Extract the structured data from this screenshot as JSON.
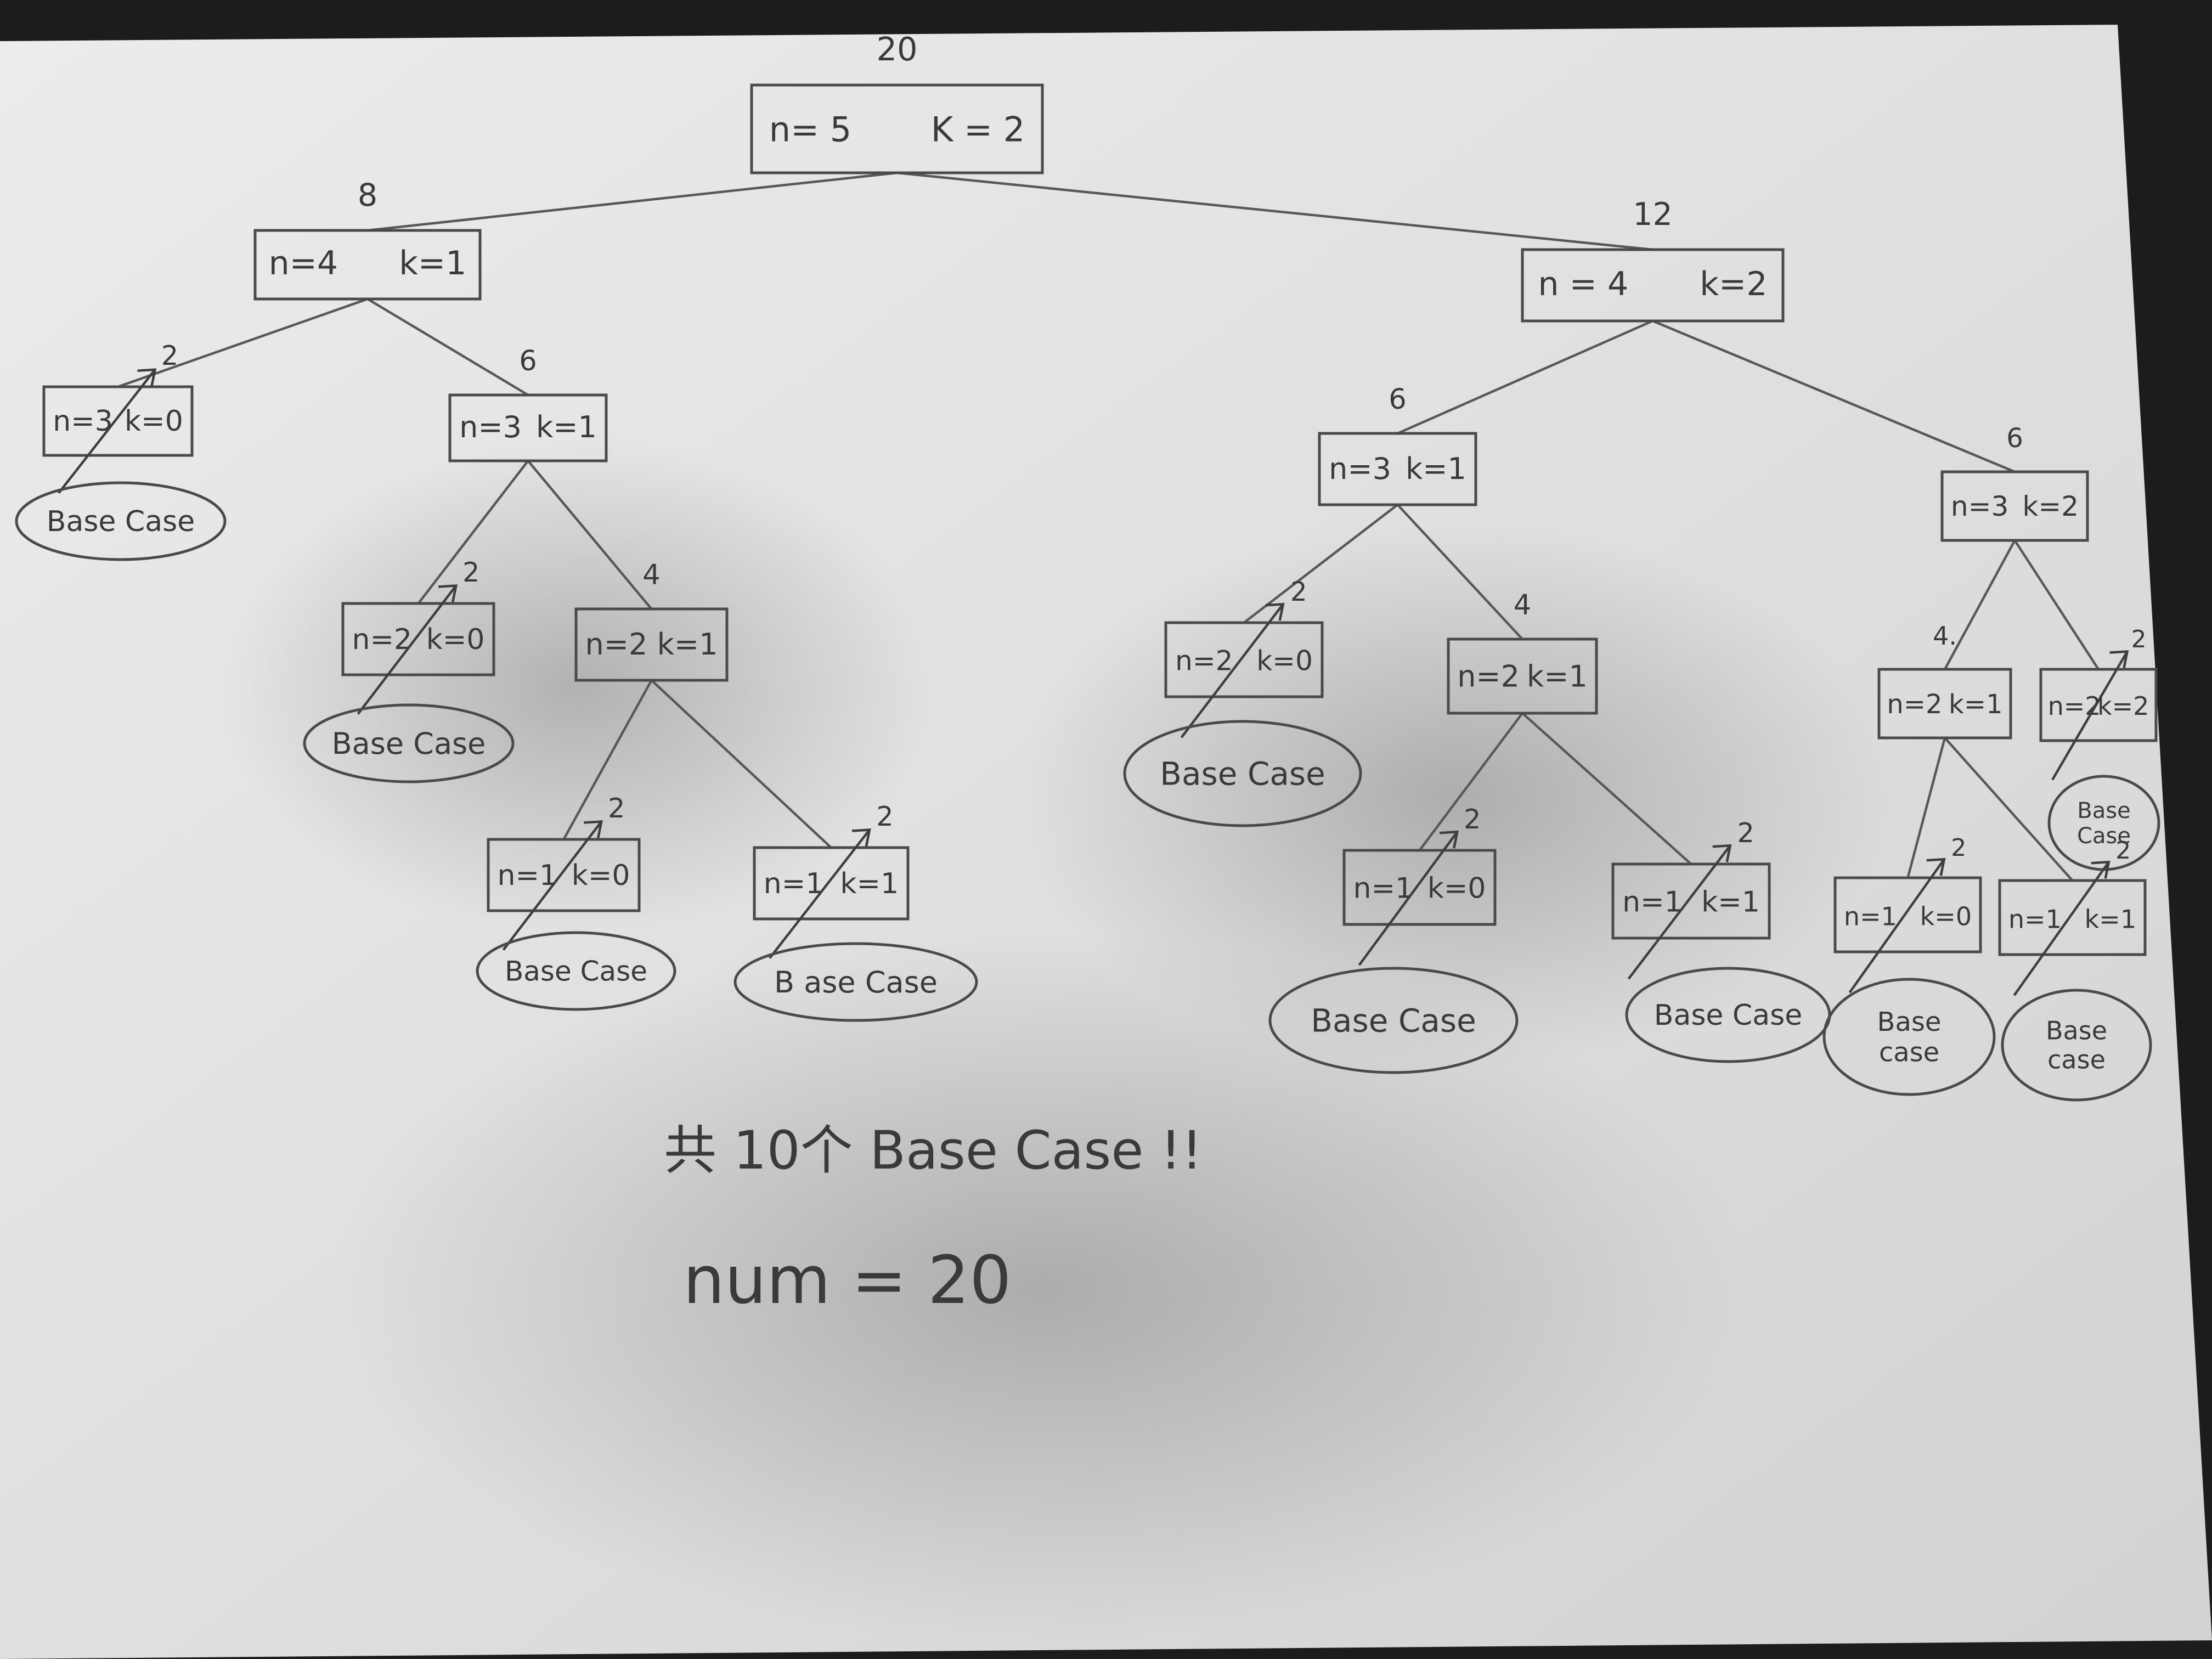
{
  "tree": {
    "nodes": [
      {
        "id": "root",
        "n_label": "n= 5",
        "k_label": "K = 2",
        "count": "20",
        "base_case": false
      },
      {
        "id": "L",
        "n_label": "n=4",
        "k_label": "k=1",
        "count": "8",
        "base_case": false
      },
      {
        "id": "R",
        "n_label": "n = 4",
        "k_label": "k=2",
        "count": "12",
        "base_case": false
      },
      {
        "id": "LL",
        "n_label": "n=3",
        "k_label": "k=0",
        "count": "2",
        "base_case": true,
        "circle_lines": [
          "Base Case"
        ]
      },
      {
        "id": "LR",
        "n_label": "n=3",
        "k_label": "k=1",
        "count": "6",
        "base_case": false
      },
      {
        "id": "LRL",
        "n_label": "n=2",
        "k_label": "k=0",
        "count": "2",
        "base_case": true,
        "circle_lines": [
          "Base Case"
        ]
      },
      {
        "id": "LRR",
        "n_label": "n=2",
        "k_label": "k=1",
        "count": "4",
        "base_case": false
      },
      {
        "id": "LRRL",
        "n_label": "n=1",
        "k_label": "k=0",
        "count": "2",
        "base_case": true,
        "circle_lines": [
          "Base Case"
        ]
      },
      {
        "id": "LRRR",
        "n_label": "n=1",
        "k_label": "k=1",
        "count": "2",
        "base_case": true,
        "circle_lines": [
          "B ase Case"
        ]
      },
      {
        "id": "RL",
        "n_label": "n=3",
        "k_label": "k=1",
        "count": "6",
        "base_case": false
      },
      {
        "id": "RR",
        "n_label": "n=3",
        "k_label": "k=2",
        "count": "6",
        "base_case": false
      },
      {
        "id": "RLL",
        "n_label": "n=2",
        "k_label": "k=0",
        "count": "2",
        "base_case": true,
        "circle_lines": [
          "Base Case"
        ]
      },
      {
        "id": "RLR",
        "n_label": "n=2",
        "k_label": "k=1",
        "count": "4",
        "base_case": false
      },
      {
        "id": "RLRL",
        "n_label": "n=1",
        "k_label": "k=0",
        "count": "2",
        "base_case": true,
        "circle_lines": [
          "Base Case"
        ]
      },
      {
        "id": "RLRR",
        "n_label": "n=1",
        "k_label": "k=1",
        "count": "2",
        "base_case": true,
        "circle_lines": [
          "Base Case"
        ]
      },
      {
        "id": "RRL",
        "n_label": "n=2",
        "k_label": "k=1",
        "count": "4.",
        "base_case": false
      },
      {
        "id": "RRR",
        "n_label": "n=2",
        "k_label": "k=2",
        "count": "2",
        "base_case": true,
        "circle_lines": [
          "Base",
          "Case"
        ]
      },
      {
        "id": "RRLL",
        "n_label": "n=1",
        "k_label": "k=0",
        "count": "2",
        "base_case": true,
        "circle_lines": [
          "Base",
          "case"
        ]
      },
      {
        "id": "RRLR",
        "n_label": "n=1",
        "k_label": "k=1",
        "count": "2",
        "base_case": true,
        "circle_lines": [
          "Base",
          "case"
        ]
      }
    ],
    "edges": [
      [
        "root",
        "L"
      ],
      [
        "root",
        "R"
      ],
      [
        "L",
        "LL"
      ],
      [
        "L",
        "LR"
      ],
      [
        "LR",
        "LRL"
      ],
      [
        "LR",
        "LRR"
      ],
      [
        "LRR",
        "LRRL"
      ],
      [
        "LRR",
        "LRRR"
      ],
      [
        "R",
        "RL"
      ],
      [
        "R",
        "RR"
      ],
      [
        "RL",
        "RLL"
      ],
      [
        "RL",
        "RLR"
      ],
      [
        "RLR",
        "RLRL"
      ],
      [
        "RLR",
        "RLRR"
      ],
      [
        "RR",
        "RRL"
      ],
      [
        "RR",
        "RRR"
      ],
      [
        "RRL",
        "RRLL"
      ],
      [
        "RRL",
        "RRLR"
      ]
    ]
  },
  "notes": {
    "summary": "共 10个  Base Case !!",
    "result": "num  =  20"
  },
  "colors": {
    "paper": "#e9e9e7",
    "ink": "#3a3a3c",
    "background": "#1c1b1d"
  }
}
